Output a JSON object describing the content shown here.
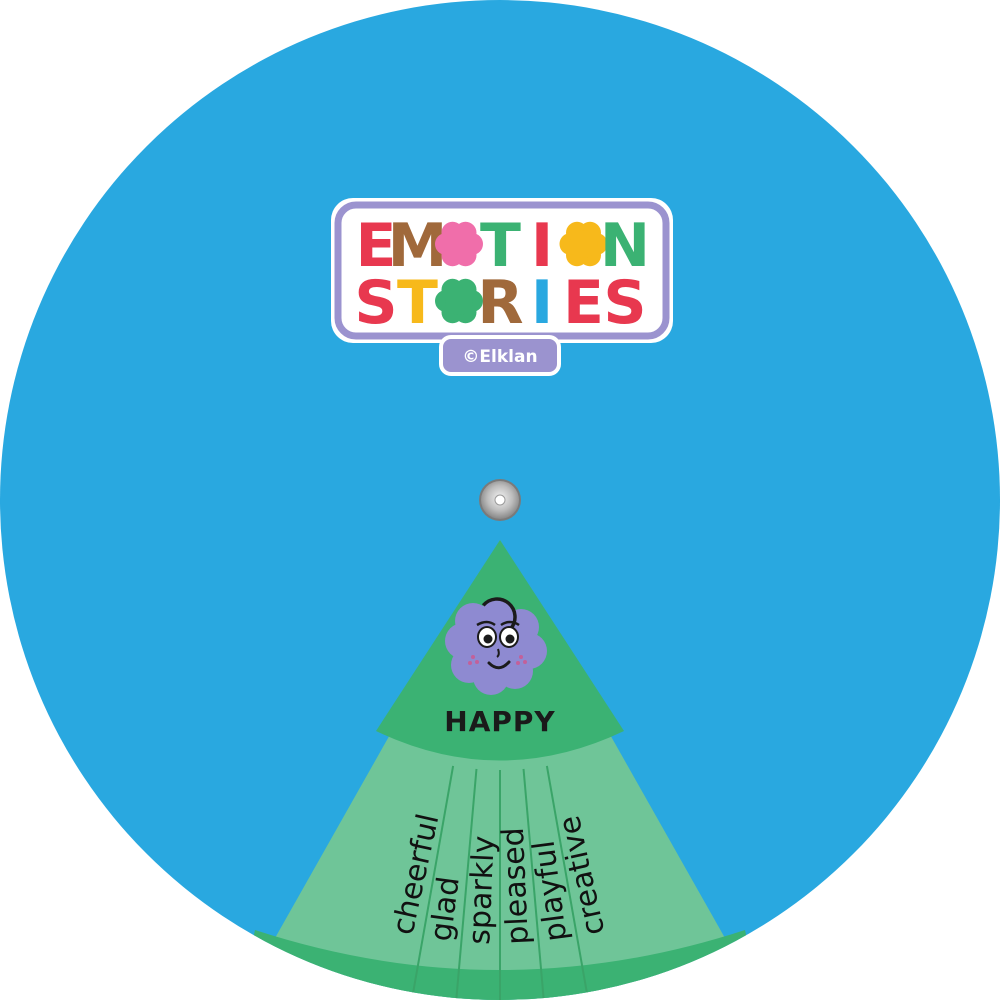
{
  "colors": {
    "disc": "#29a8e0",
    "wedge_dark": "#3bb273",
    "wedge_light": "#6fc598",
    "divider": "#3aa468",
    "logo_border": "#9b93cf",
    "face": "#8e8ad1"
  },
  "logo": {
    "line1": [
      "E",
      "M",
      "O",
      "T",
      "I",
      "O",
      "N"
    ],
    "line2": [
      "S",
      "T",
      "O",
      "R",
      "I",
      "E",
      "S"
    ],
    "line1_colors": [
      "#e8384f",
      "#a0693b",
      "#f06eaa",
      "#3bb273",
      "#e8384f",
      "#f7b91b",
      "#3bb273"
    ],
    "line2_colors": [
      "#e8384f",
      "#f7b91b",
      "#3bb273",
      "#a0693b",
      "#29a8e0",
      "#e8384f",
      "#e8384f"
    ],
    "flower_letters": {
      "line1": [
        2,
        5
      ],
      "line2": [
        2
      ]
    },
    "credit": "©Elklan"
  },
  "wheel": {
    "emotion": "HAPPY",
    "face_icon": "happy-cloud-face-icon",
    "words": [
      "cheerful",
      "glad",
      "sparkly",
      "pleased",
      "playful",
      "creative"
    ]
  }
}
